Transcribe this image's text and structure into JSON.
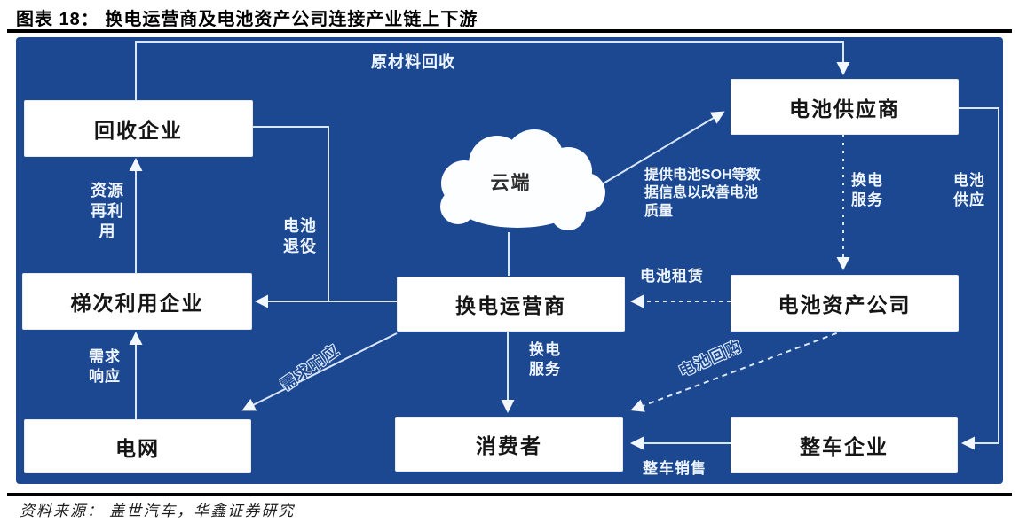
{
  "header": {
    "title": "图表 18： 换电运营商及电池资产公司连接产业链上下游"
  },
  "footer": {
    "source": "资料来源： 盖世汽车，华鑫证券研究"
  },
  "colors": {
    "diagram_bg": "#1c4892",
    "line": "#d9e7f7",
    "arrow": "#f2f7fd",
    "box_bg": "#ffffff",
    "box_text": "#151515",
    "label_text": "#eef5fd"
  },
  "nodes": {
    "recycle": {
      "label": "回收企业"
    },
    "supplier": {
      "label": "电池供应商"
    },
    "cloud": {
      "label": "云端"
    },
    "cascade": {
      "label": "梯次利用企业"
    },
    "swap": {
      "label": "换电运营商"
    },
    "asset": {
      "label": "电池资产公司"
    },
    "grid": {
      "label": "电网"
    },
    "consumer": {
      "label": "消费者"
    },
    "oem": {
      "label": "整车企业"
    }
  },
  "edges": {
    "raw_material_recycle": "原材料回收",
    "resource_reuse": "资源\n再利\n用",
    "battery_retire": "电池\n退役",
    "soh_data": "提供电池SOH等数\n据信息以改善电池\n质量",
    "swap_service_right": "换电\n服务",
    "battery_supply": "电池\n供应",
    "battery_lease": "电池租赁",
    "swap_service_center": "换电\n服务",
    "demand_response_diagonal": "需求响应",
    "demand_response_left": "需求\n响应",
    "battery_buyback": "电池回购",
    "vehicle_sales": "整车销售"
  }
}
